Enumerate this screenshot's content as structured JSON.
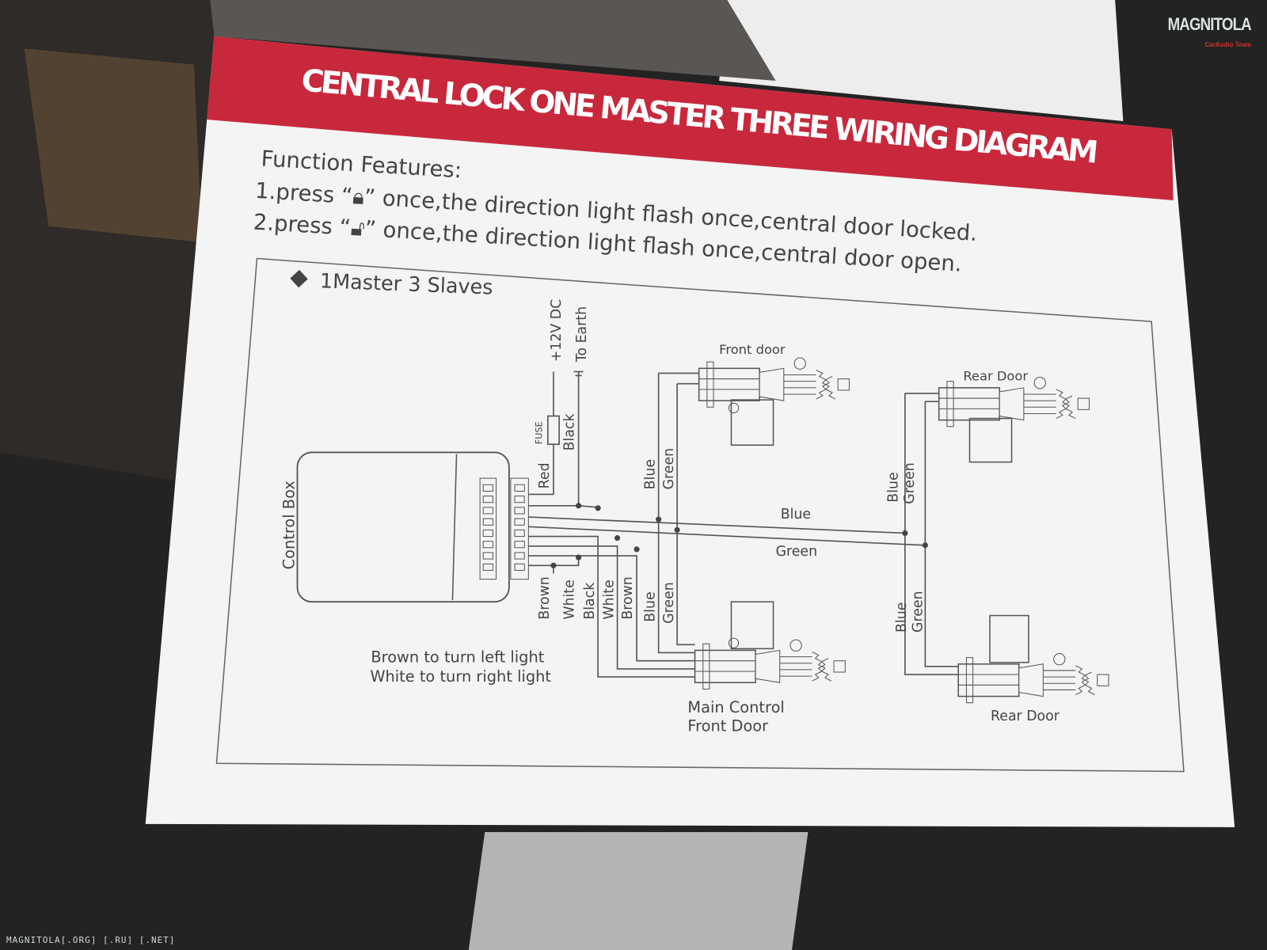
{
  "title": "CENTRAL LOCK ONE MASTER THREE WIRING DIAGRAM",
  "features": {
    "heading": "Function Features:",
    "items": [
      {
        "prefix": "1.press “",
        "icon": "lock-closed-icon",
        "suffix": "” once,the direction light flash once,central door locked."
      },
      {
        "prefix": "2.press “",
        "icon": "lock-open-icon",
        "suffix": "” once,the direction light flash once,central door open."
      }
    ]
  },
  "diagram": {
    "section": "1Master 3 Slaves",
    "control_box": "Control Box",
    "power": "+12V DC",
    "earth": "To Earth",
    "fuse": "FUSE",
    "wires": {
      "red": "Red",
      "black_top": "Black",
      "brown1": "Brown",
      "white1": "White",
      "black2": "Black",
      "white2": "White",
      "brown2": "Brown",
      "blue": "Blue",
      "green": "Green"
    },
    "doors": {
      "front": "Front door",
      "rear_top": "Rear Door",
      "main_1": "Main Control",
      "main_2": "Front Door",
      "rear_bottom": "Rear Door"
    },
    "notes": [
      "Brown to turn left light",
      "White to turn right light"
    ]
  },
  "watermark": "MAGNITOLA[.ORG] [.RU] [.NET]",
  "logo": {
    "main": "MAGNITOLA",
    "sub": "CarAudio Team"
  },
  "colors": {
    "band": "#c8283c",
    "card": "#f4f4f4"
  }
}
